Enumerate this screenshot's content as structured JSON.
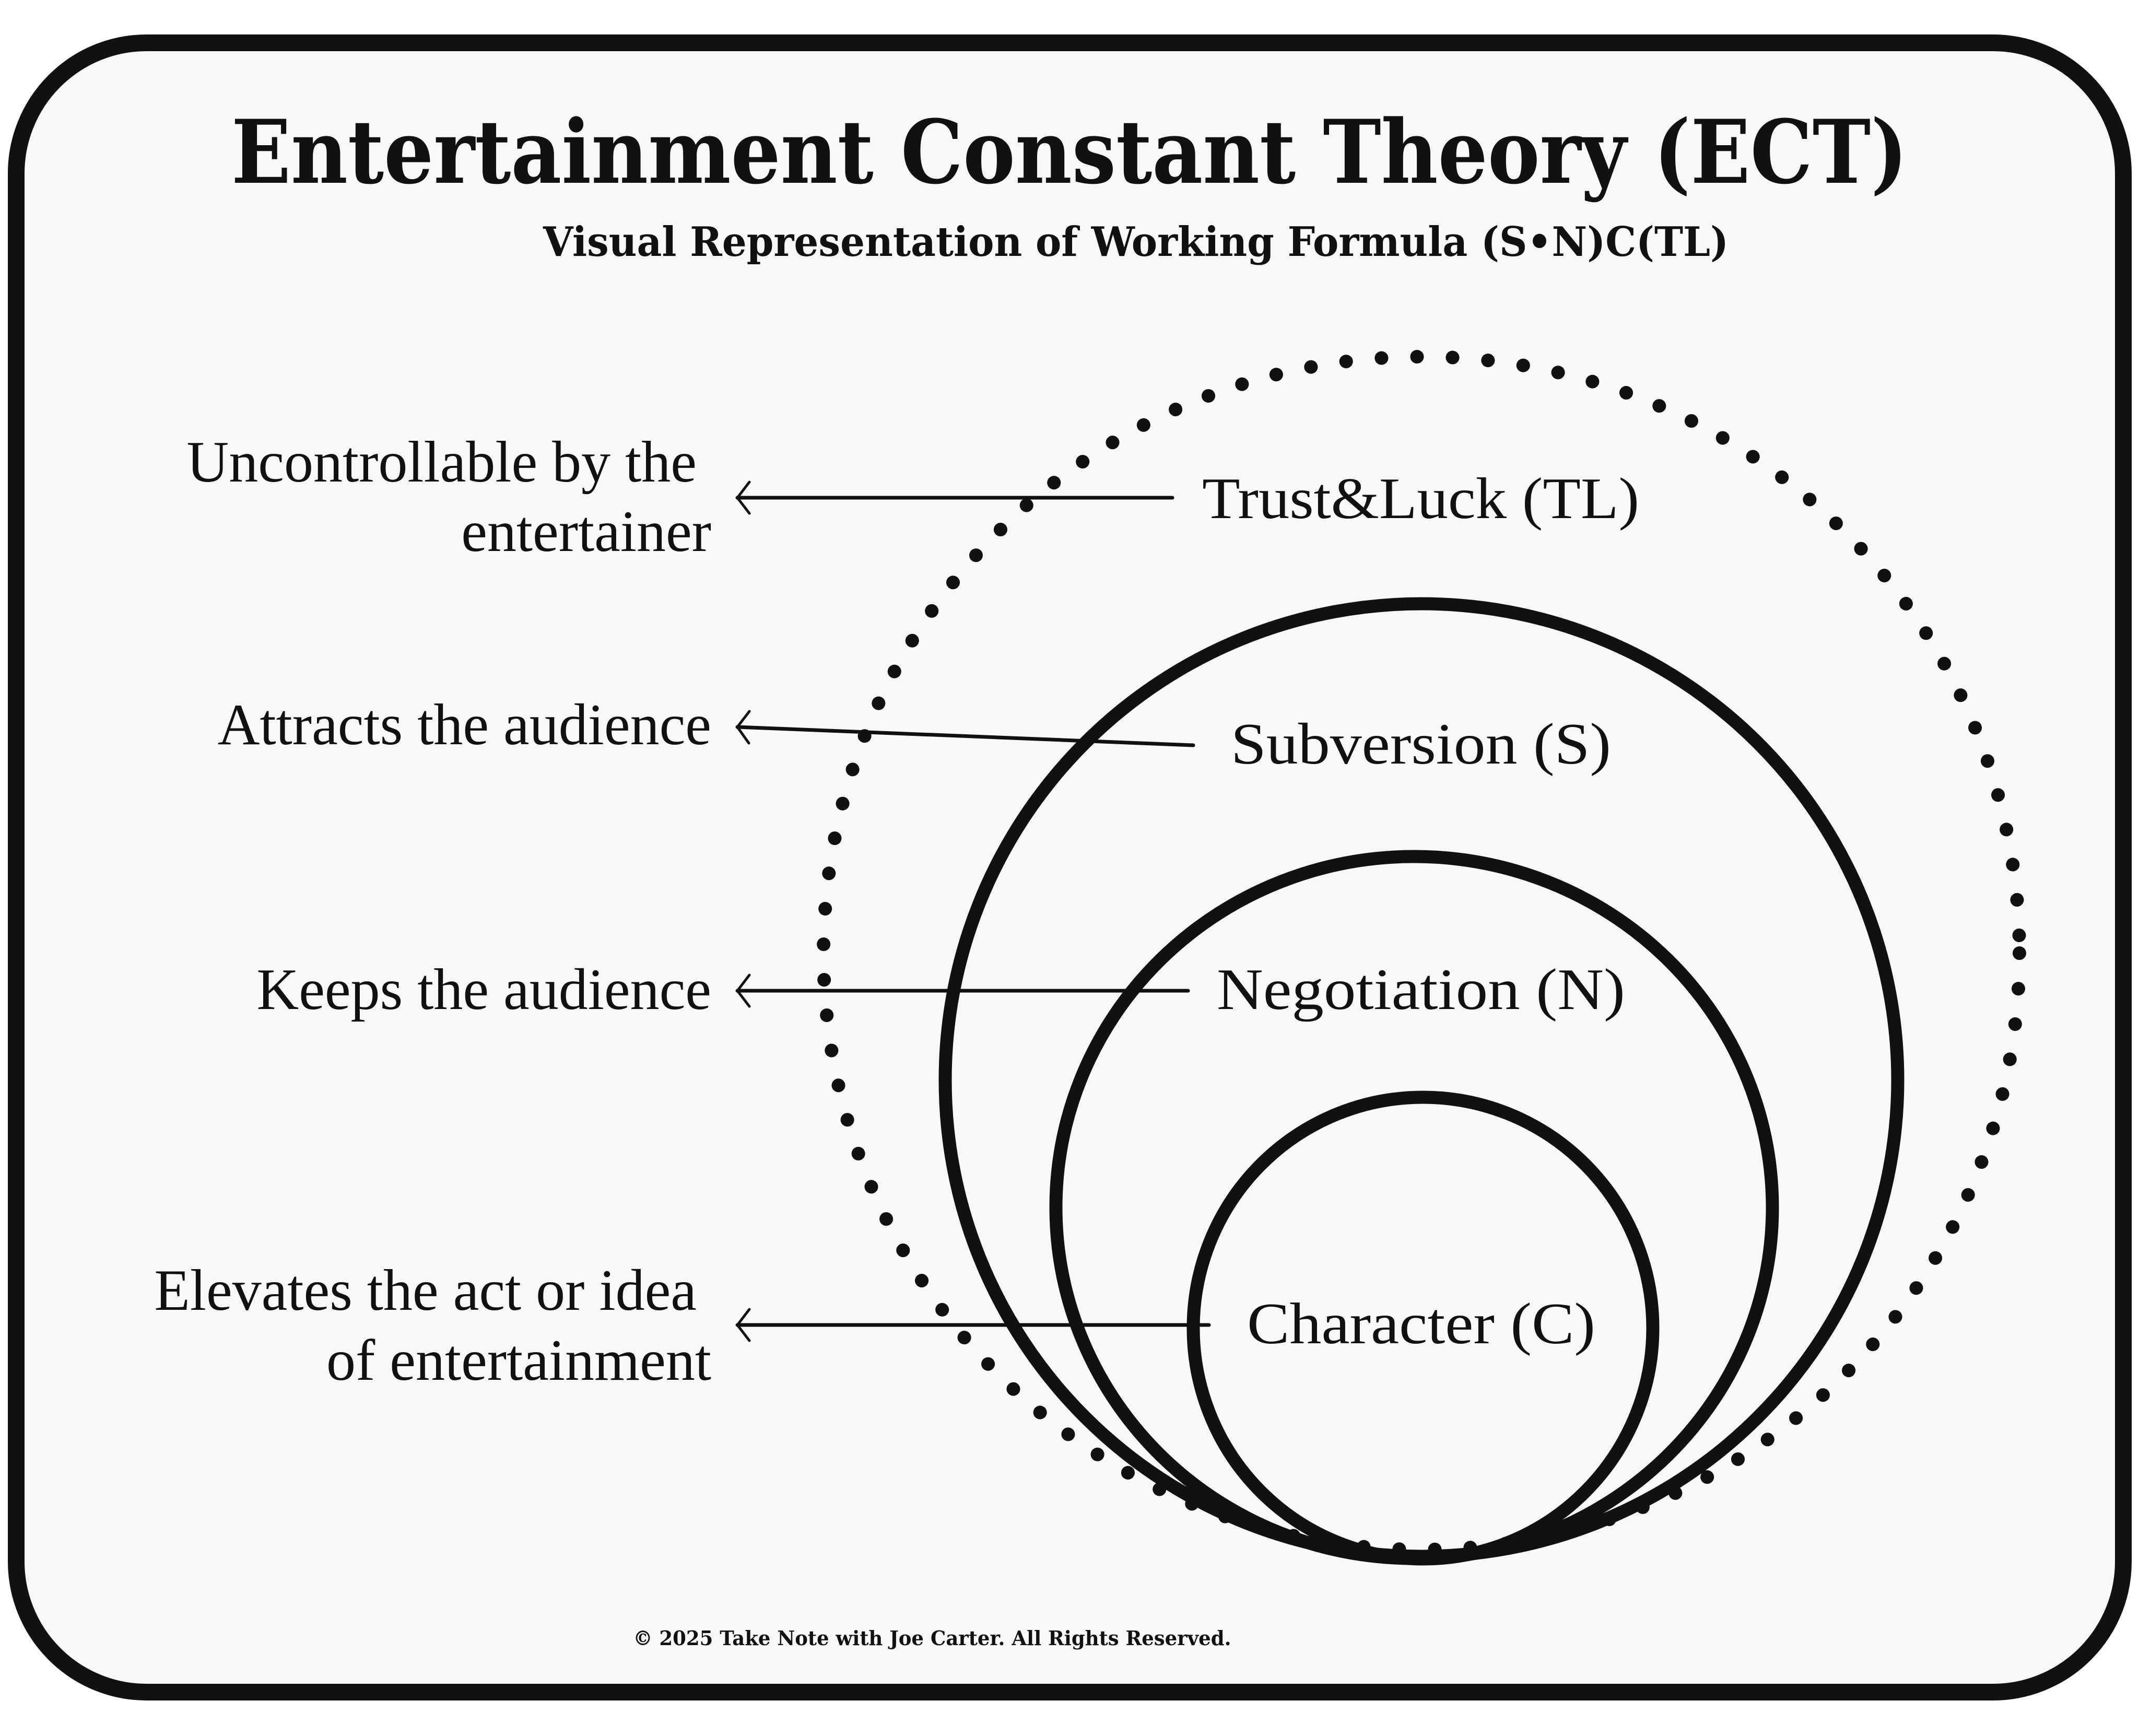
{
  "header": {
    "title": "Entertainment Constant Theory (ECT)",
    "subtitle": "Visual Representation of Working Formula (S•N)C(TL)"
  },
  "layers": [
    {
      "id": "TL",
      "label": "Trust&Luck (TL)",
      "style": "dotted",
      "description_lines": [
        "Uncontrollable by the",
        "entertainer"
      ]
    },
    {
      "id": "S",
      "label": "Subversion (S)",
      "style": "solid",
      "description_lines": [
        "Attracts the audience"
      ]
    },
    {
      "id": "N",
      "label": "Negotiation (N)",
      "style": "solid",
      "description_lines": [
        "Keeps the audience"
      ]
    },
    {
      "id": "C",
      "label": "Character (C)",
      "style": "solid",
      "description_lines": [
        "Elevates the act or idea",
        "of entertainment"
      ]
    }
  ],
  "footer": {
    "copyright": "© 2025 Take Note with Joe Carter. All Rights Reserved."
  },
  "colors": {
    "ink": "#111111",
    "panel_background": "#f8f8f8",
    "page_background": "#ffffff"
  }
}
